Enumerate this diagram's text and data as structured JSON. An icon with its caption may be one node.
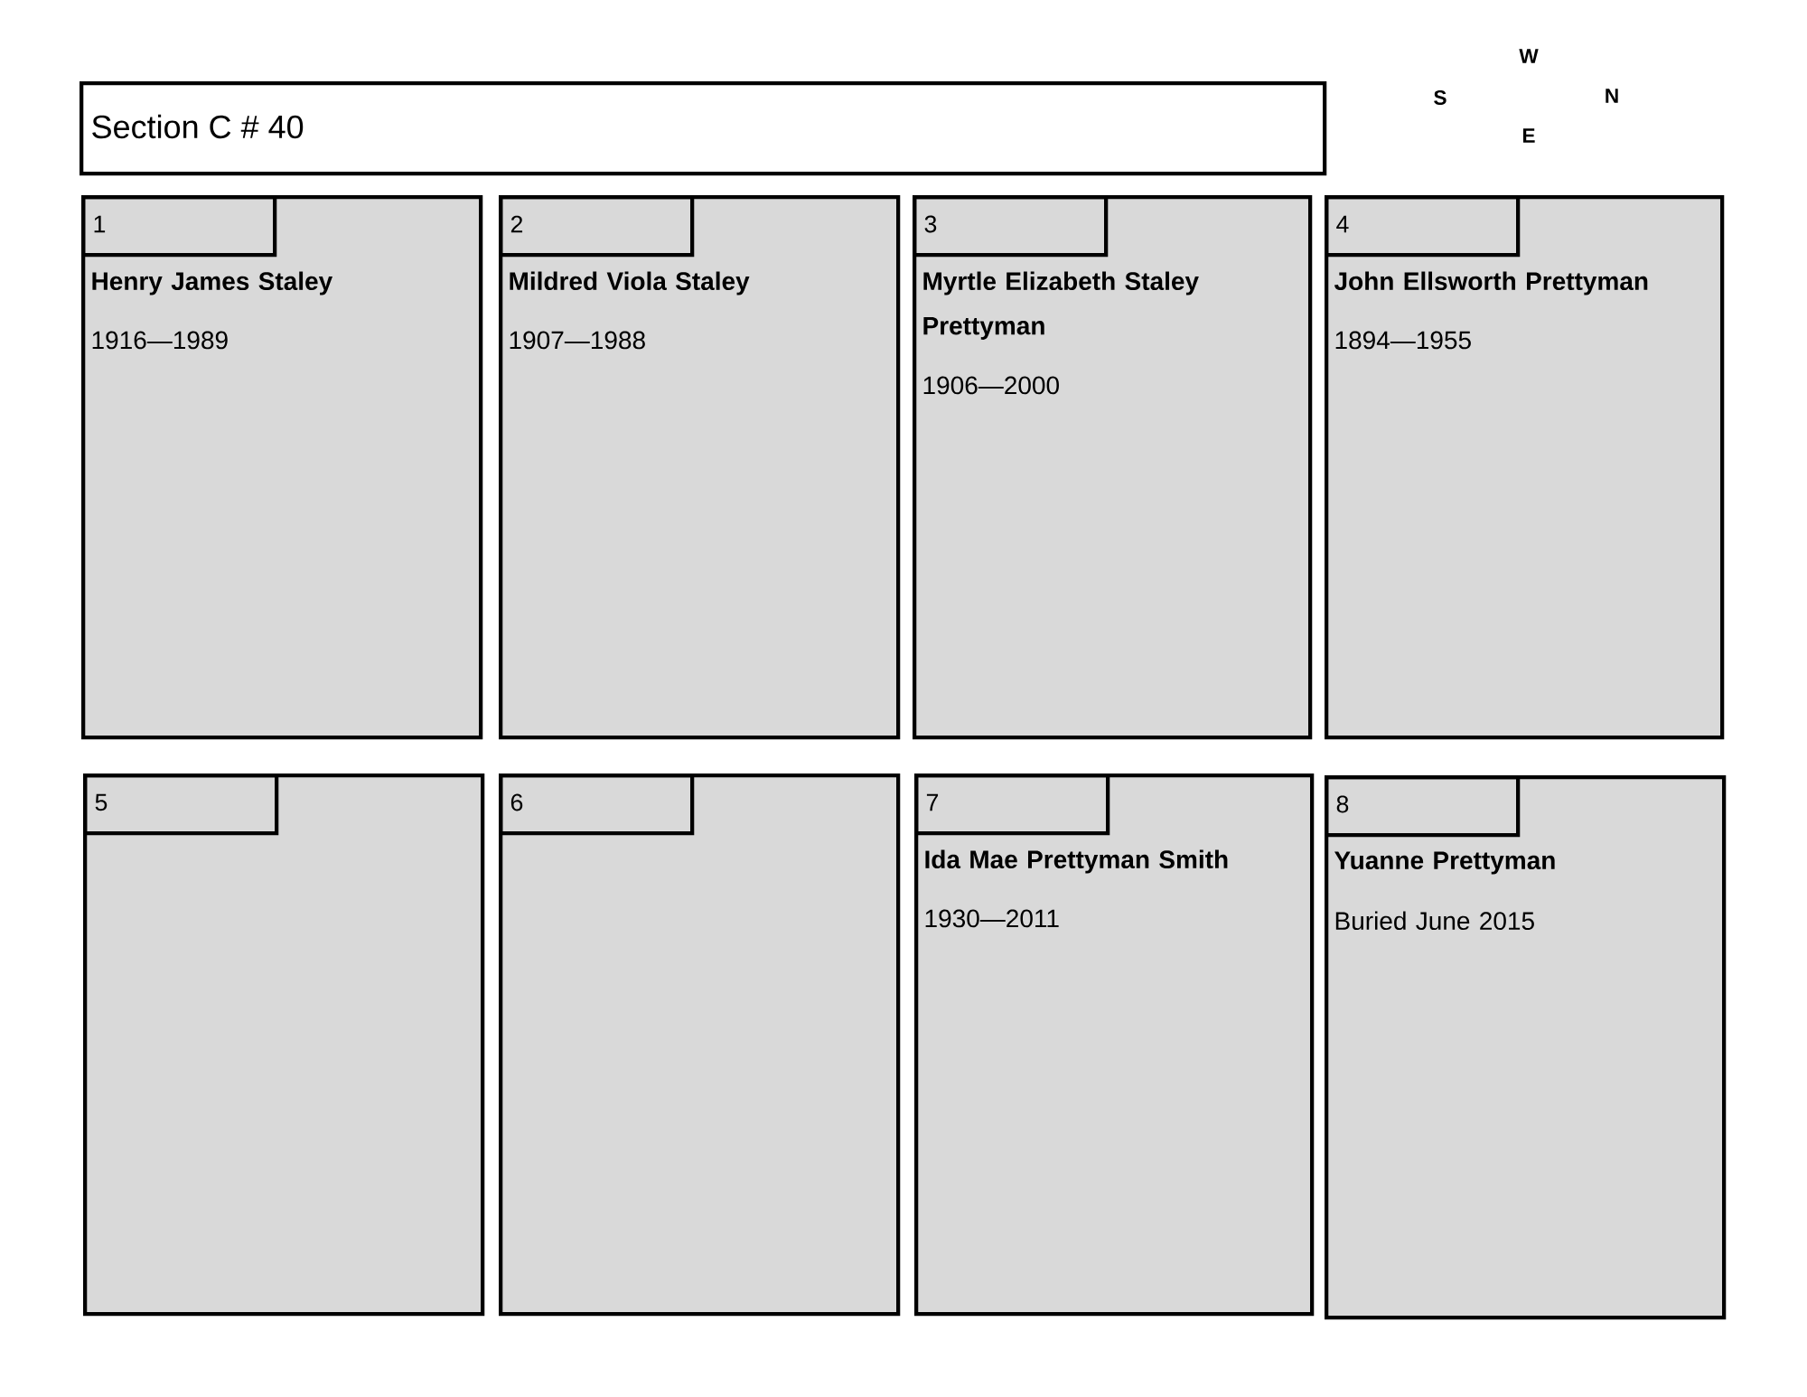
{
  "diagram": {
    "nodes": [
      {
        "text": [
          "Section C # 40"
        ]
      },
      {
        "text": [
          "Henry James Staley",
          "1916—1989"
        ]
      },
      {
        "text": [
          "1"
        ],
        "in": 1
      },
      {
        "text": [
          "Mildred Viola Staley",
          "1907—1988"
        ]
      },
      {
        "text": [
          "2"
        ],
        "in": 3
      },
      {
        "text": [
          "Myrtle Elizabeth Staley Prettyman",
          "1906—2000"
        ]
      },
      {
        "text": [
          "3"
        ],
        "in": 5
      },
      {
        "text": [
          "John Ellsworth Prettyman",
          "1894—1955"
        ]
      },
      {
        "text": [
          "4"
        ],
        "in": 7
      },
      {
        "text": [],
        "shape": "box"
      },
      {
        "text": [
          "5"
        ],
        "in": 9
      },
      {
        "text": [],
        "shape": "box"
      },
      {
        "text": [
          "6"
        ],
        "in": 11
      },
      {
        "text": [
          "Ida Mae Prettyman Smith",
          "1930—2011"
        ]
      },
      {
        "text": [
          "7"
        ],
        "in": 13
      },
      {
        "text": [
          "Yuanne Prettyman",
          "Buried June 2015"
        ]
      },
      {
        "text": [
          "8"
        ],
        "in": 15
      }
    ],
    "labels": [
      "W",
      "S",
      "N",
      "E"
    ]
  }
}
